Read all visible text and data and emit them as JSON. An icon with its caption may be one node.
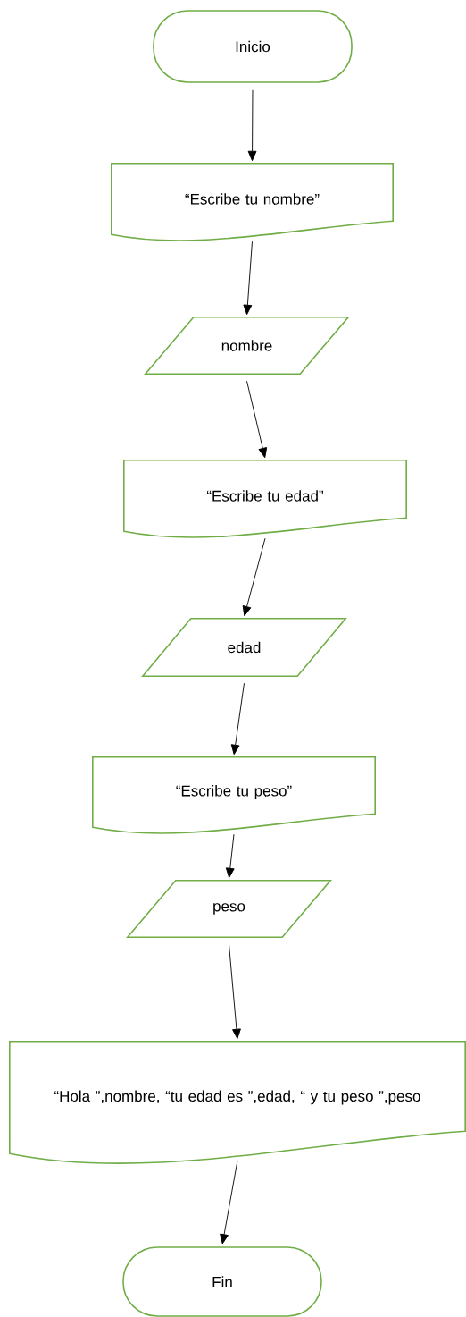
{
  "diagram": {
    "nodes": [
      {
        "text": [
          "Inicio"
        ]
      },
      {
        "text": [
          "“Escribe tu nombre”"
        ]
      },
      {
        "text": [
          "nombre"
        ]
      },
      {
        "text": [
          "“Escribe tu edad”"
        ]
      },
      {
        "text": [
          "edad"
        ]
      },
      {
        "text": [
          "“Escribe tu peso”"
        ]
      },
      {
        "text": [
          "peso"
        ]
      },
      {
        "text": [
          "“Hola ”,nombre, “tu edad es ”,edad, “ y tu peso ”,peso"
        ]
      },
      {
        "text": [
          "Fin"
        ]
      }
    ],
    "edges": [
      {
        "from": 0,
        "to": 1,
        "arrow": "to"
      },
      {
        "from": 1,
        "to": 2,
        "arrow": "to"
      },
      {
        "from": 2,
        "to": 3,
        "arrow": "to"
      },
      {
        "from": 3,
        "to": 4,
        "arrow": "to"
      },
      {
        "from": 4,
        "to": 5,
        "arrow": "to"
      },
      {
        "from": 5,
        "to": 6,
        "arrow": "to"
      },
      {
        "from": 6,
        "to": 7,
        "arrow": "to"
      },
      {
        "from": 7,
        "to": 8,
        "arrow": "to"
      }
    ]
  }
}
